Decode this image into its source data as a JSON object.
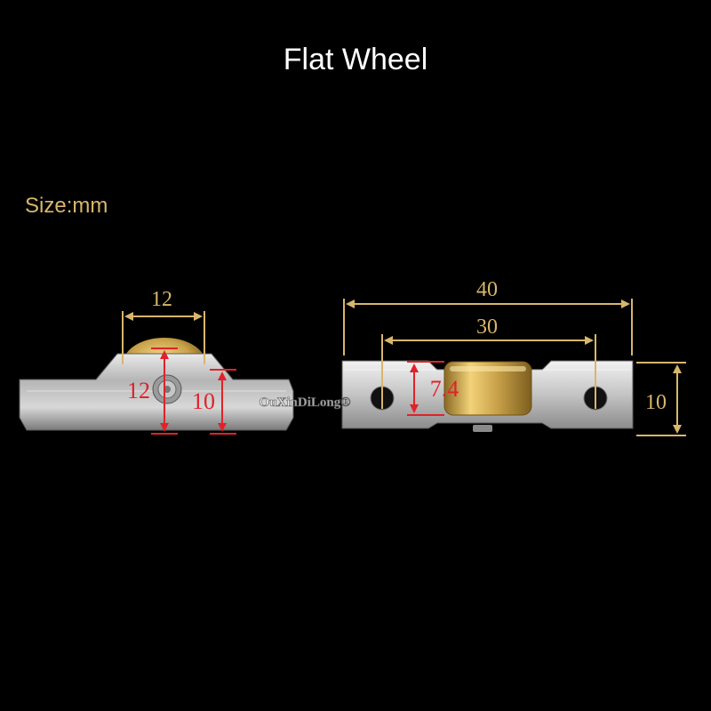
{
  "title": "Flat Wheel",
  "size_label": "Size:mm",
  "watermark": "OuXinDiLong®",
  "colors": {
    "background": "#000000",
    "title": "#ffffff",
    "gold_dimension": "#d8b66a",
    "red_dimension": "#e0222a",
    "brass": "#c9a24a",
    "steel": "#b8b8b8"
  },
  "side_view": {
    "wheel_width": "12",
    "wheel_height": "12",
    "body_height": "10"
  },
  "top_view": {
    "overall_length": "40",
    "hole_spacing": "30",
    "wheel_width": "7.4",
    "body_width": "10"
  }
}
